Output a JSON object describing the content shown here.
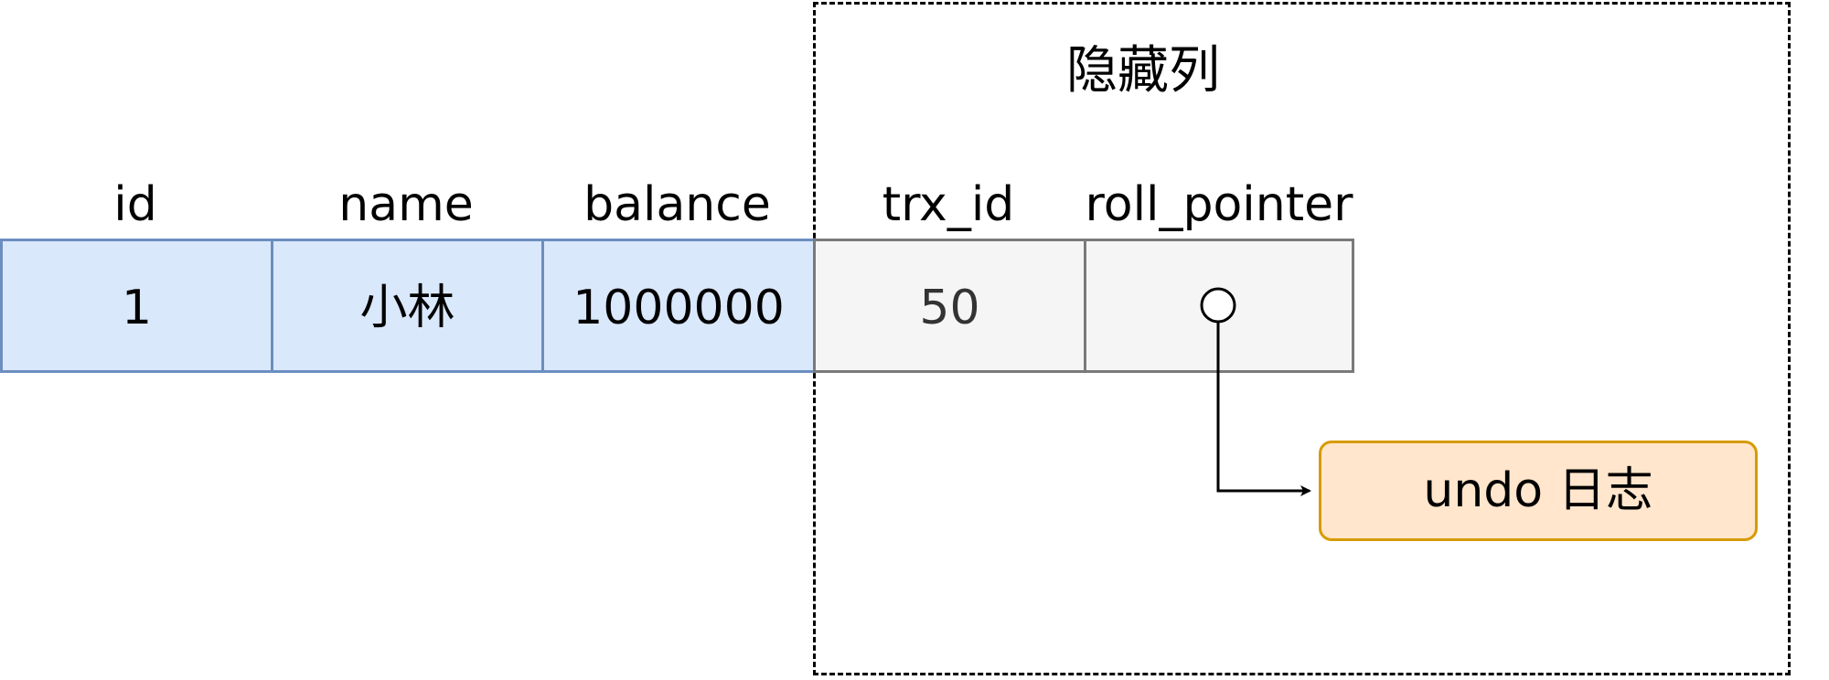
{
  "hidden_group": {
    "title": "隐藏列"
  },
  "columns": {
    "id": "id",
    "name": "name",
    "balance": "balance",
    "trx_id": "trx_id",
    "roll_pointer": "roll_pointer"
  },
  "row": {
    "id": "1",
    "name": "小林",
    "balance": "1000000",
    "trx_id": "50",
    "roll_pointer": ""
  },
  "undo_log": {
    "label": "undo 日志"
  },
  "colors": {
    "visible_fill": "#dae8fc",
    "visible_stroke": "#6c8ebf",
    "hidden_fill": "#f5f5f5",
    "hidden_stroke": "#7a7a7a",
    "undo_fill": "#ffe6cc",
    "undo_stroke": "#d79b00"
  }
}
